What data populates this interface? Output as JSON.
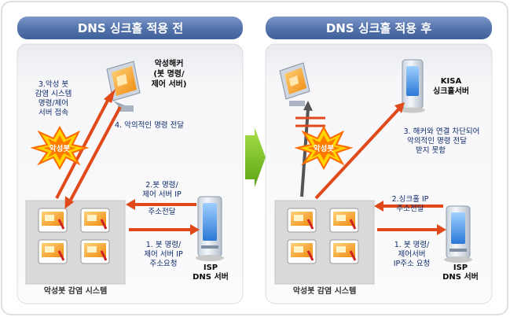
{
  "before": {
    "title": "DNS 싱크홀 적용 전",
    "hacker": [
      "악성해커",
      "(봇 명령/",
      "제어 서버)"
    ],
    "bot_label": "악성봇",
    "step3": [
      "3.악성 봇",
      "감염 시스템",
      "명령/제어",
      "서버 접속"
    ],
    "step4": "4. 악의적인 명령 전달",
    "step2": [
      "2.봇 명령/",
      "제어 서버 IP",
      "주소전달"
    ],
    "step1": [
      "1. 봇 명령/",
      "제어 서버 IP",
      "주소요청"
    ],
    "isp": [
      "ISP",
      "DNS 서버"
    ],
    "infected": "악성봇 감염 시스템"
  },
  "after": {
    "title": "DNS 싱크홀 적용 후",
    "kisa": [
      "KISA",
      "싱크홀서버"
    ],
    "bot_label": "악성봇",
    "step3": [
      "3. 해커와 연결 차단되어",
      "악의적인 명령 전달",
      "받지 못함"
    ],
    "step2": [
      "2.싱크홀 IP",
      "주소전달"
    ],
    "step1": [
      "1. 봇 명령/",
      "제어서버",
      "IP주소 요청"
    ],
    "isp": [
      "ISP",
      "DNS 서버"
    ],
    "infected": "악성봇 감염 시스템"
  },
  "colors": {
    "title_bg": "#4f70a8",
    "panel_bg": "#f4f5f7",
    "arrow_red": "#e04a1a",
    "text_blue": "#0c2a6b",
    "next_arrow": "#7bc21e"
  },
  "icons": [
    "monitor-icon",
    "server-icon",
    "burst-icon",
    "computer-grid-icon",
    "next-arrow-icon"
  ]
}
